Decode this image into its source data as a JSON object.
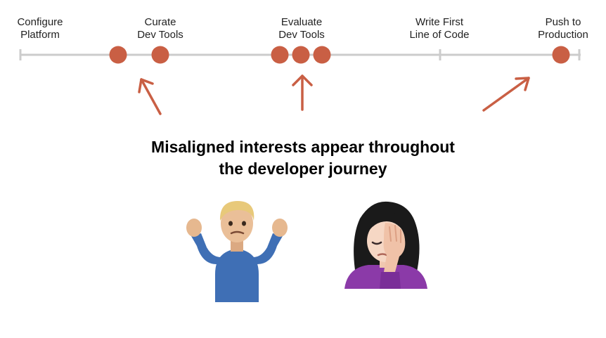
{
  "stages": [
    {
      "label": "Configure\nPlatform"
    },
    {
      "label": "Curate\nDev Tools"
    },
    {
      "label": "Evaluate\nDev Tools"
    },
    {
      "label": "Write First\nLine of Code"
    },
    {
      "label": "Push to\nProduction"
    }
  ],
  "headline": "Misaligned interests appear throughout\nthe developer journey",
  "colors": {
    "timeline": "#cccccc",
    "dot": "#c95f44",
    "arrow": "#c95f44"
  },
  "icons": [
    "shrug-person-icon",
    "facepalm-person-icon"
  ]
}
